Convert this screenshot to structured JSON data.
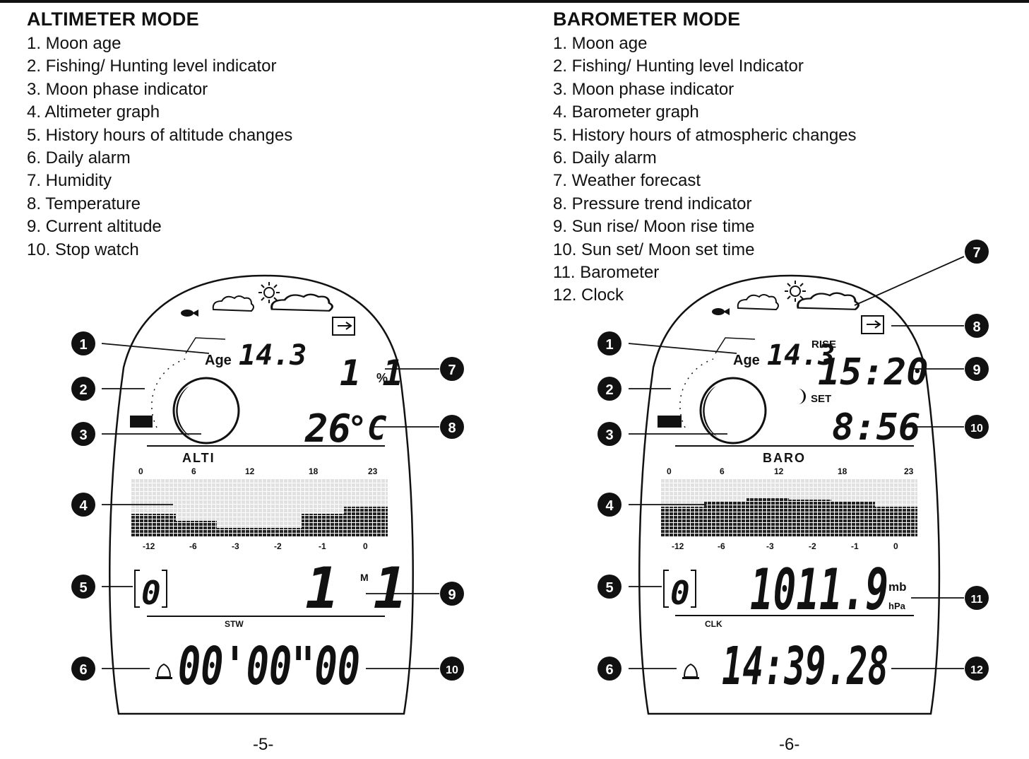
{
  "left": {
    "title": "ALTIMETER MODE",
    "items": [
      "1. Moon age",
      "2. Fishing/ Hunting level indicator",
      "3. Moon phase indicator",
      "4. Altimeter graph",
      "5. History hours of altitude changes",
      "6. Daily alarm",
      "7. Humidity",
      "8. Temperature",
      "9. Current altitude",
      "10. Stop watch"
    ],
    "display": {
      "age_label": "Age",
      "age_value": "14.3",
      "humidity_value": "1 1",
      "humidity_unit": "%",
      "temperature_value": "26",
      "temperature_unit": "°C",
      "mode_label": "ALTI",
      "graph_top_ticks": [
        "0",
        "6",
        "12",
        "18",
        "23"
      ],
      "graph_bottom_ticks": [
        "-12",
        "-6",
        "-3",
        "-2",
        "-1",
        "0"
      ],
      "history_value": "0",
      "altitude_value": "1 1",
      "altitude_unit": "M",
      "timer_label": "STW",
      "timer_value": "00'00\"00"
    },
    "callouts": [
      "1",
      "2",
      "3",
      "4",
      "5",
      "6",
      "7",
      "8",
      "9",
      "10"
    ],
    "page_number": "-5-"
  },
  "right": {
    "title": "BAROMETER MODE",
    "items": [
      "1. Moon age",
      "2. Fishing/ Hunting level Indicator",
      "3. Moon phase indicator",
      "4. Barometer graph",
      "5. History hours of atmospheric changes",
      "6. Daily alarm",
      "7. Weather forecast",
      "8. Pressure trend indicator",
      "9. Sun rise/ Moon rise time",
      "10. Sun set/ Moon set time",
      "11. Barometer",
      "12. Clock"
    ],
    "display": {
      "age_label": "Age",
      "age_value": "14.3",
      "rise_label": "RISE",
      "rise_value": "15:20",
      "set_label": "SET",
      "set_value": "8:56",
      "mode_label": "BARO",
      "graph_top_ticks": [
        "0",
        "6",
        "12",
        "18",
        "23"
      ],
      "graph_bottom_ticks": [
        "-12",
        "-6",
        "-3",
        "-2",
        "-1",
        "0"
      ],
      "history_value": "0",
      "pressure_value": "1011.9",
      "pressure_unit_top": "mb",
      "pressure_unit_bottom": "hPa",
      "clock_label": "CLK",
      "clock_value": "14:39.28"
    },
    "callouts": [
      "1",
      "2",
      "3",
      "4",
      "5",
      "6",
      "7",
      "8",
      "9",
      "10",
      "11",
      "12"
    ],
    "page_number": "-6-"
  },
  "colors": {
    "ink": "#111111",
    "paper": "#ffffff",
    "grid": "#9a9a9a"
  }
}
